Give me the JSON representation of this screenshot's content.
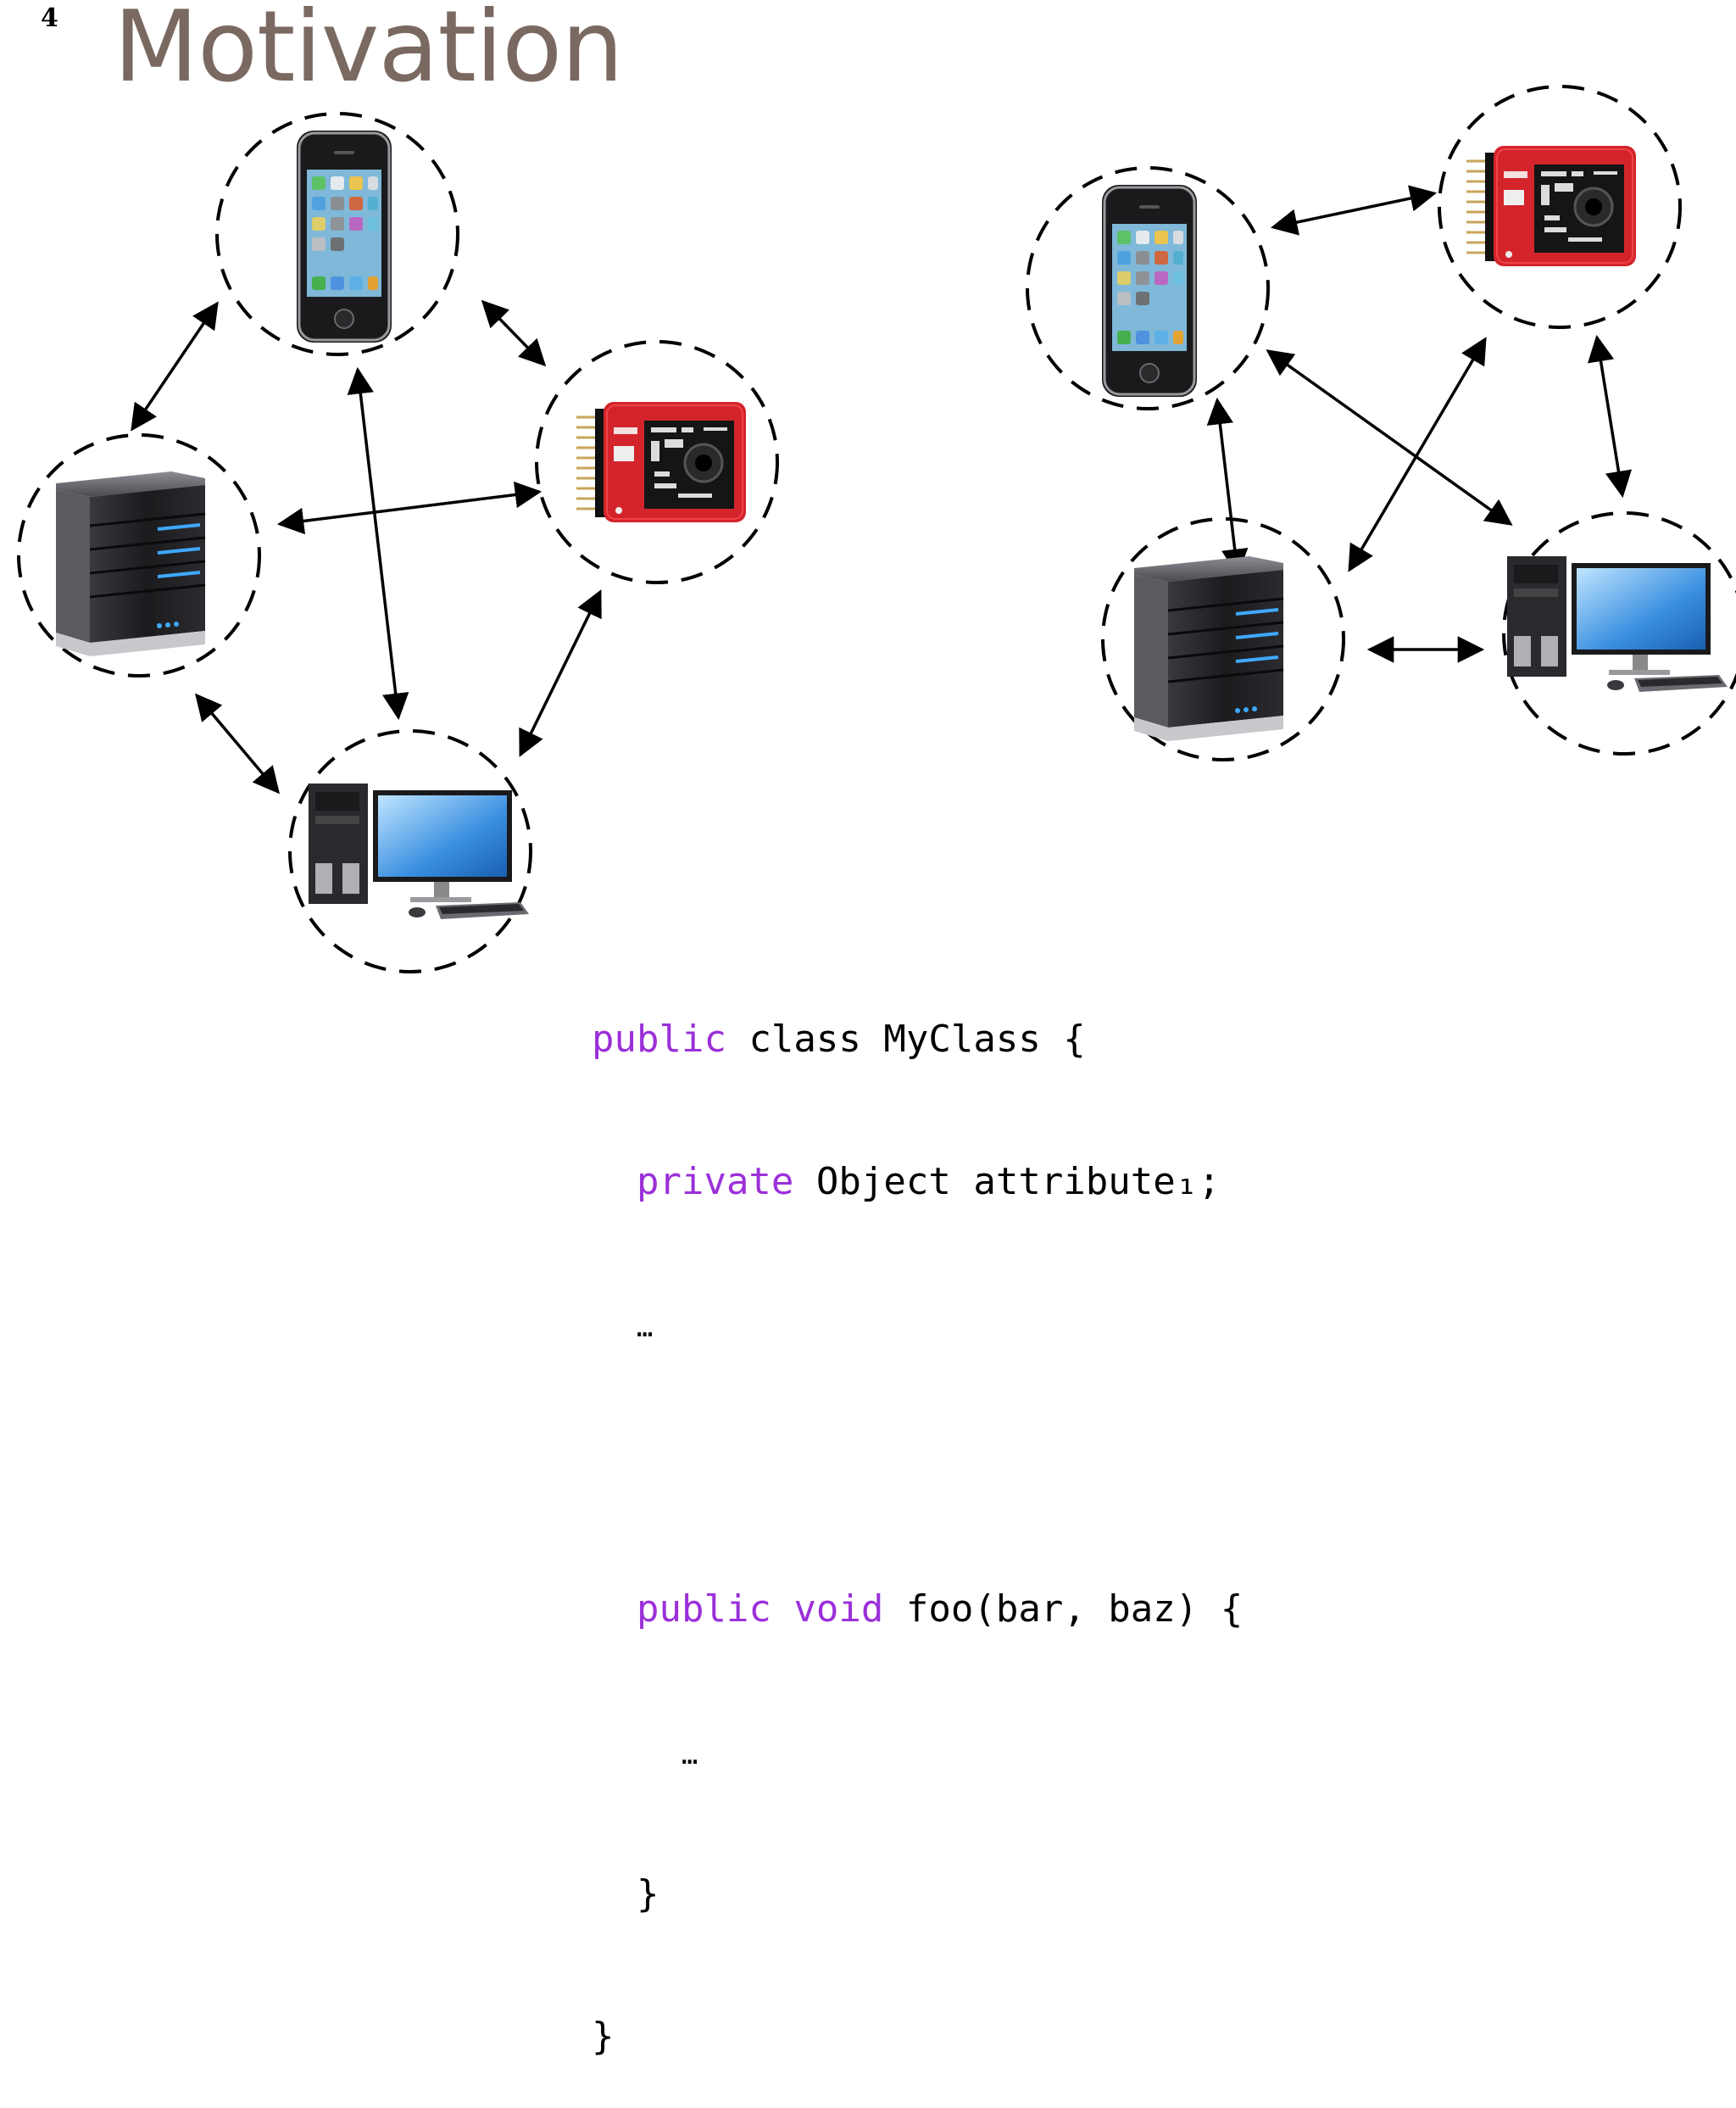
{
  "slide": {
    "number": "4",
    "title": "Motivation"
  },
  "diagrams": [
    {
      "name": "full-mesh-network",
      "nodes": [
        "smartphone",
        "sensor-board",
        "server",
        "desktop-computer"
      ],
      "links": [
        [
          "smartphone",
          "server"
        ],
        [
          "smartphone",
          "sensor-board"
        ],
        [
          "smartphone",
          "desktop-computer"
        ],
        [
          "server",
          "sensor-board"
        ],
        [
          "server",
          "desktop-computer"
        ],
        [
          "sensor-board",
          "desktop-computer"
        ]
      ]
    },
    {
      "name": "rearranged-network",
      "nodes": [
        "smartphone",
        "sensor-board",
        "server",
        "desktop-computer"
      ],
      "links": [
        [
          "smartphone",
          "sensor-board"
        ],
        [
          "smartphone",
          "server"
        ],
        [
          "smartphone",
          "desktop-computer"
        ],
        [
          "sensor-board",
          "server"
        ],
        [
          "sensor-board",
          "desktop-computer"
        ],
        [
          "server",
          "desktop-computer"
        ]
      ]
    }
  ],
  "code": {
    "line1": {
      "kw": "public",
      "rest": " class MyClass {"
    },
    "line2": {
      "kw": "private",
      "rest": " Object attribute₁;"
    },
    "line3": "…",
    "line4": {
      "kw1": "public",
      "kw2": "void",
      "rest": " foo(bar, baz) {"
    },
    "line5": "…",
    "line6": "}",
    "line7": "}"
  },
  "colors": {
    "title": "#7a6961",
    "keyword": "#9b30d9",
    "sensor_board": "#d4242b"
  }
}
